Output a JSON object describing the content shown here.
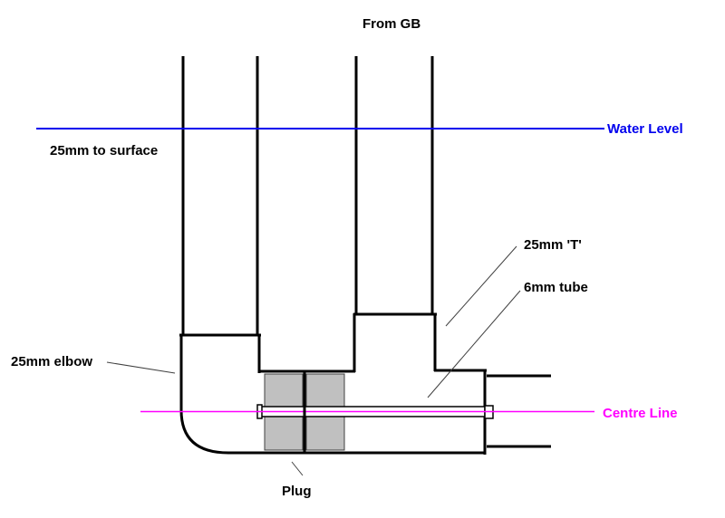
{
  "diagram": {
    "type": "plumbing-pipework-section",
    "labels": {
      "from_gb": "From GB",
      "to_surface": "25mm to surface",
      "water_level": "Water Level",
      "t_fitting": "25mm 'T'",
      "tube": "6mm tube",
      "elbow": "25mm elbow",
      "centre_line": "Centre Line",
      "plug": "Plug"
    },
    "colors": {
      "structure_black": "#000000",
      "leader_gray": "#404040",
      "water_level_blue": "#0000ee",
      "centre_line_magenta": "#ff00ff",
      "plug_gray": "#c0c0c0",
      "plug_border_gray": "#404040",
      "tube_white": "#ffffff",
      "background": "#ffffff"
    }
  }
}
